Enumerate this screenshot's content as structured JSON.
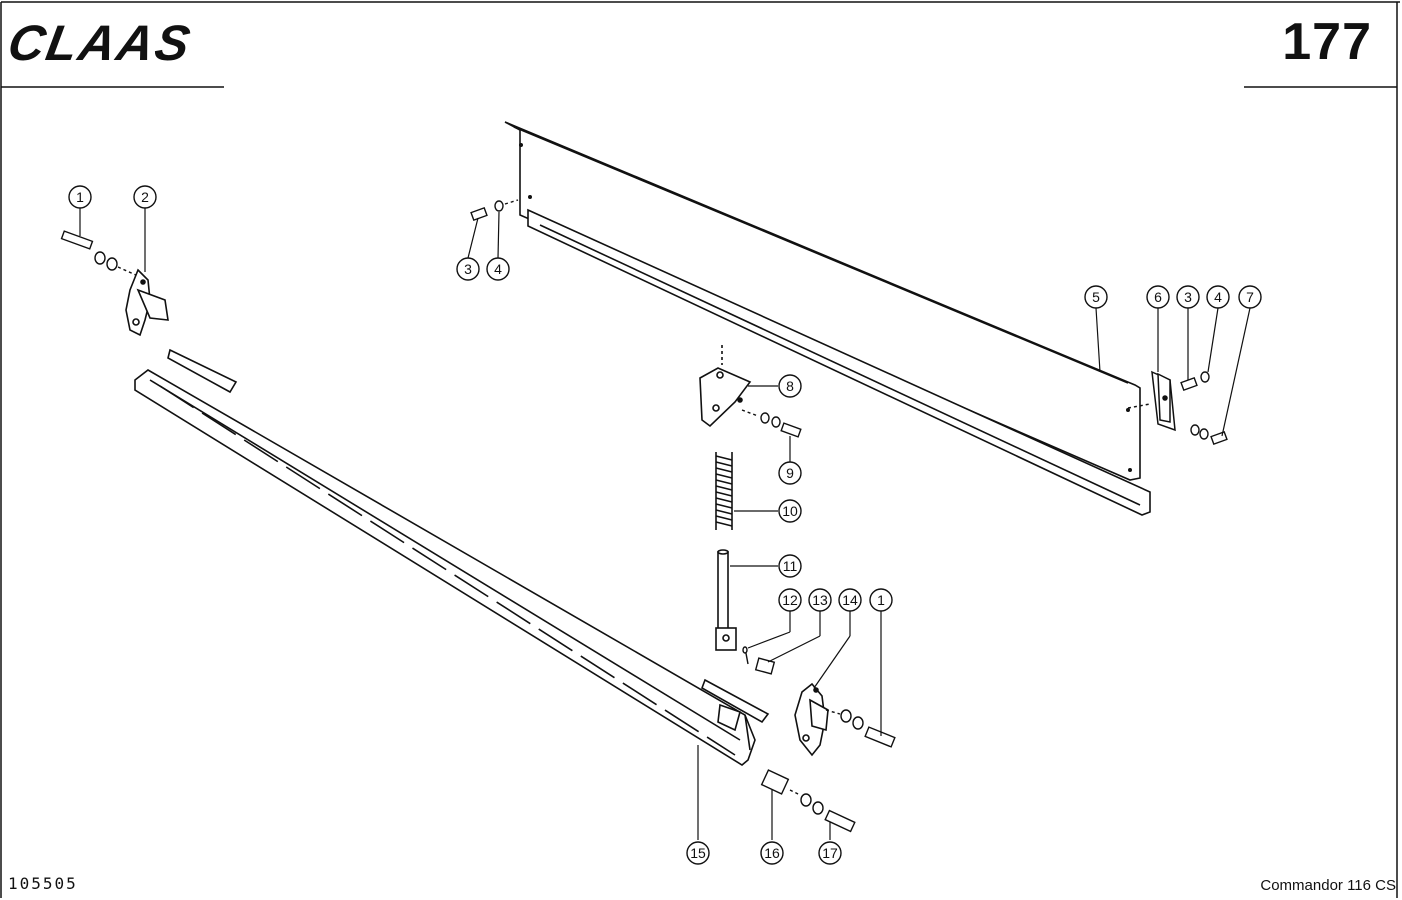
{
  "header": {
    "brand": "CLAAS",
    "page_number": "177"
  },
  "footer": {
    "drawing_number": "105505",
    "model": "Commandor 116 CS"
  },
  "callouts": [
    "1",
    "2",
    "3",
    "4",
    "5",
    "6",
    "3",
    "4",
    "7",
    "8",
    "9",
    "10",
    "11",
    "12",
    "13",
    "14",
    "1",
    "15",
    "16",
    "17"
  ]
}
